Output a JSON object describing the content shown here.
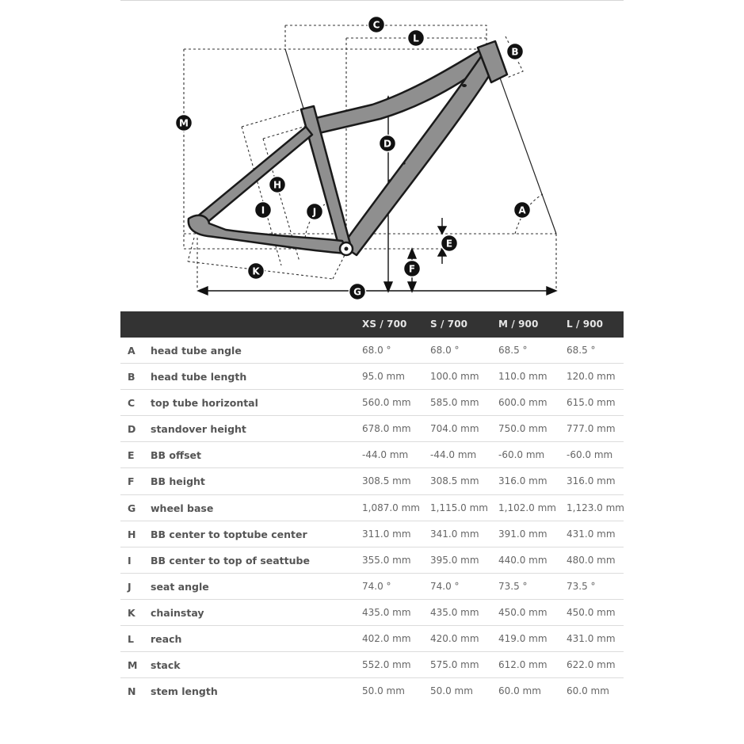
{
  "table": {
    "sizes": [
      "XS / 700",
      "S / 700",
      "M / 900",
      "L / 900"
    ],
    "rows": [
      {
        "key": "A",
        "label": "head tube angle",
        "values": [
          "68.0 °",
          "68.0 °",
          "68.5 °",
          "68.5 °"
        ]
      },
      {
        "key": "B",
        "label": "head tube length",
        "values": [
          "95.0 mm",
          "100.0 mm",
          "110.0 mm",
          "120.0 mm"
        ]
      },
      {
        "key": "C",
        "label": "top tube horizontal",
        "values": [
          "560.0 mm",
          "585.0 mm",
          "600.0 mm",
          "615.0 mm"
        ]
      },
      {
        "key": "D",
        "label": "standover height",
        "values": [
          "678.0 mm",
          "704.0 mm",
          "750.0 mm",
          "777.0 mm"
        ]
      },
      {
        "key": "E",
        "label": "BB offset",
        "values": [
          "-44.0 mm",
          "-44.0 mm",
          "-60.0 mm",
          "-60.0 mm"
        ]
      },
      {
        "key": "F",
        "label": "BB height",
        "values": [
          "308.5 mm",
          "308.5 mm",
          "316.0 mm",
          "316.0 mm"
        ]
      },
      {
        "key": "G",
        "label": "wheel base",
        "values": [
          "1,087.0 mm",
          "1,115.0 mm",
          "1,102.0 mm",
          "1,123.0 mm"
        ]
      },
      {
        "key": "H",
        "label": "BB center to toptube center",
        "values": [
          "311.0 mm",
          "341.0 mm",
          "391.0 mm",
          "431.0 mm"
        ]
      },
      {
        "key": "I",
        "label": "BB center to top of seattube",
        "values": [
          "355.0 mm",
          "395.0 mm",
          "440.0 mm",
          "480.0 mm"
        ]
      },
      {
        "key": "J",
        "label": "seat angle",
        "values": [
          "74.0 °",
          "74.0 °",
          "73.5 °",
          "73.5 °"
        ]
      },
      {
        "key": "K",
        "label": "chainstay",
        "values": [
          "435.0 mm",
          "435.0 mm",
          "450.0 mm",
          "450.0 mm"
        ]
      },
      {
        "key": "L",
        "label": "reach",
        "values": [
          "402.0 mm",
          "420.0 mm",
          "419.0 mm",
          "431.0 mm"
        ]
      },
      {
        "key": "M",
        "label": "stack",
        "values": [
          "552.0 mm",
          "575.0 mm",
          "612.0 mm",
          "622.0 mm"
        ]
      },
      {
        "key": "N",
        "label": "stem length",
        "values": [
          "50.0 mm",
          "50.0 mm",
          "60.0 mm",
          "60.0 mm"
        ]
      }
    ]
  },
  "diagram": {
    "markers": {
      "A": "A",
      "B": "B",
      "C": "C",
      "D": "D",
      "E": "E",
      "F": "F",
      "G": "G",
      "H": "H",
      "I": "I",
      "J": "J",
      "K": "K",
      "L": "L",
      "M": "M"
    },
    "colors": {
      "frame_fill": "#8f8f8f",
      "frame_stroke": "#1a1a1a",
      "marker_fill": "#111111",
      "marker_text": "#ffffff",
      "dash": "#333333"
    }
  }
}
